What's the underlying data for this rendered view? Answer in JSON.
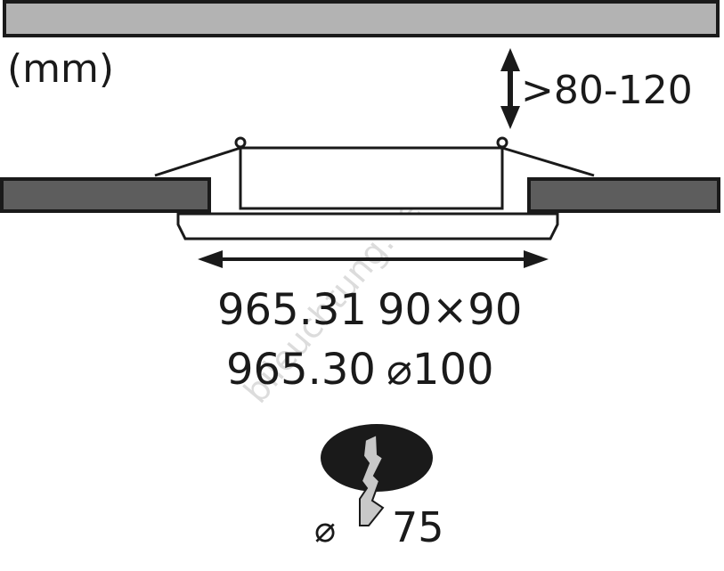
{
  "unit_label": "(mm)",
  "clearance_label": ">80-120",
  "models": [
    {
      "code": "965.31",
      "size": "90×90"
    },
    {
      "code": "965.30",
      "size": "⌀100"
    }
  ],
  "cutout": {
    "symbol": "⌀",
    "value": "75"
  },
  "watermark": "bileuchtung.de",
  "colors": {
    "ceiling": "#b3b3b3",
    "board": "#5d5d5d",
    "stroke": "#1a1a1a",
    "hole": "#1a1a1a",
    "drill": "#c8c8c8"
  }
}
